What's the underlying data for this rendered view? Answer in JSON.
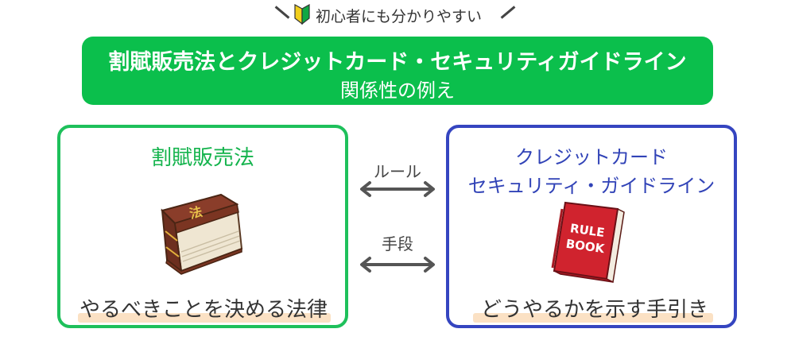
{
  "beginner": {
    "text": "初心者にも分かりやすい",
    "icon": "beginner-mark-icon"
  },
  "banner": {
    "title": "割賦販売法とクレジットカード・セキュリティガイドライン",
    "subtitle": "関係性の例え"
  },
  "left": {
    "title": "割賦販売法",
    "book_label": "法",
    "caption": "やるべきことを決める法律"
  },
  "right": {
    "title_line1": "クレジットカード",
    "title_line2": "セキュリティ・ガイドライン",
    "book_label_line1": "RULE",
    "book_label_line2": "BOOK",
    "caption": "どうやるかを示す手引き"
  },
  "relations": [
    {
      "label": "ルール"
    },
    {
      "label": "手段"
    }
  ],
  "colors": {
    "banner": "#0bbf4c",
    "left_border": "#1ec05b",
    "right_border": "#3545c0",
    "highlight": "#fbe1c4"
  }
}
